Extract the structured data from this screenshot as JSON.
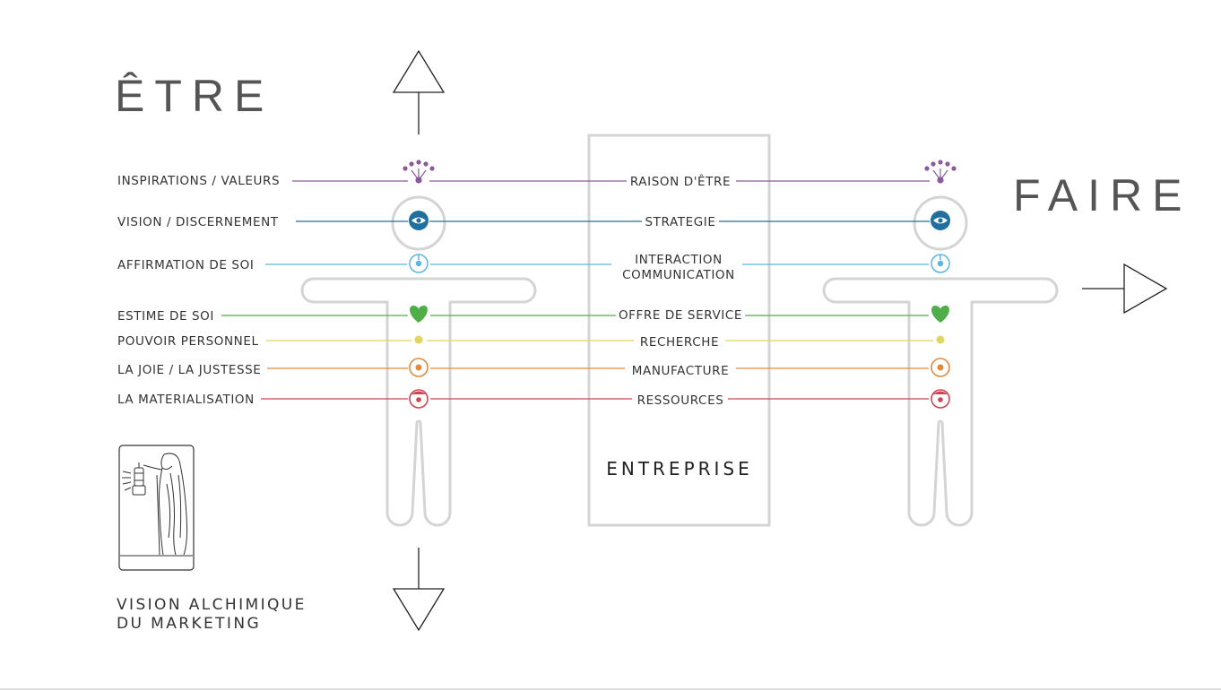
{
  "titles": {
    "etre": "ÊTRE",
    "faire": "FAIRE"
  },
  "caption": {
    "line1": "VISION ALCHIMIQUE",
    "line2": "DU MARKETING"
  },
  "enterprise_label": "ENTREPRISE",
  "rows": [
    {
      "left": "INSPIRATIONS / VALEURS",
      "center": "RAISON D'ÊTRE",
      "color": "#8a5a9a",
      "icon": "crown-chakra-icon"
    },
    {
      "left": "VISION / DISCERNEMENT",
      "center": "STRATEGIE",
      "color": "#1f6fa0",
      "icon": "eye-icon"
    },
    {
      "left": "AFFIRMATION DE SOI",
      "center": "INTERACTION",
      "center2": "COMMUNICATION",
      "color": "#5ab8dd",
      "icon": "throat-chakra-icon"
    },
    {
      "left": "ESTIME DE SOI",
      "center": "OFFRE DE SERVICE",
      "color": "#4fae48",
      "icon": "heart-icon"
    },
    {
      "left": "POUVOIR PERSONNEL",
      "center": "RECHERCHE",
      "color": "#e0d760",
      "icon": "solar-plexus-dot-icon"
    },
    {
      "left": "LA JOIE / LA JUSTESSE",
      "center": "MANUFACTURE",
      "color": "#e08a3c",
      "icon": "sacral-chakra-icon"
    },
    {
      "left": "LA MATERIALISATION",
      "center": "RESSOURCES",
      "color": "#d0444f",
      "icon": "root-chakra-icon"
    }
  ],
  "colors": {
    "figure": "#d4d4d4",
    "title": "#555555",
    "text": "#333333",
    "arrow": "#222222"
  }
}
